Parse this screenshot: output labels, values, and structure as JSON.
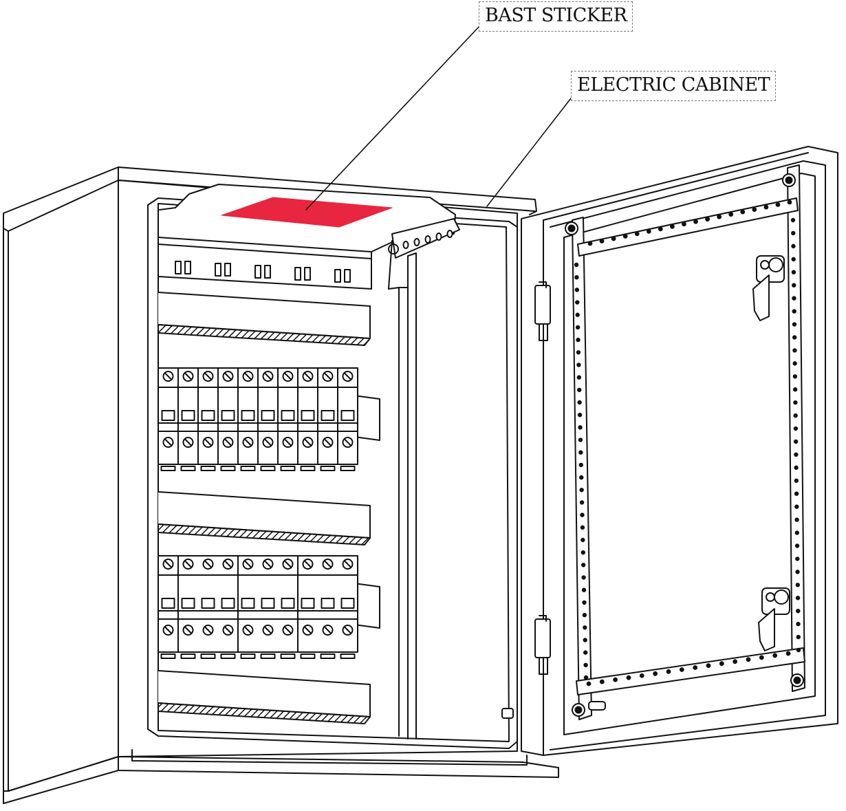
{
  "labels": {
    "bast_sticker": "BAST STICKER",
    "electric_cabinet": "ELECTRIC CABINET"
  },
  "colors": {
    "sticker": "#e8263f",
    "line": "#111111",
    "callout_border": "#777777",
    "background": "#ffffff"
  },
  "upper_breaker_count": 10,
  "lower_breaker_groups": [
    1,
    3,
    3,
    3
  ]
}
